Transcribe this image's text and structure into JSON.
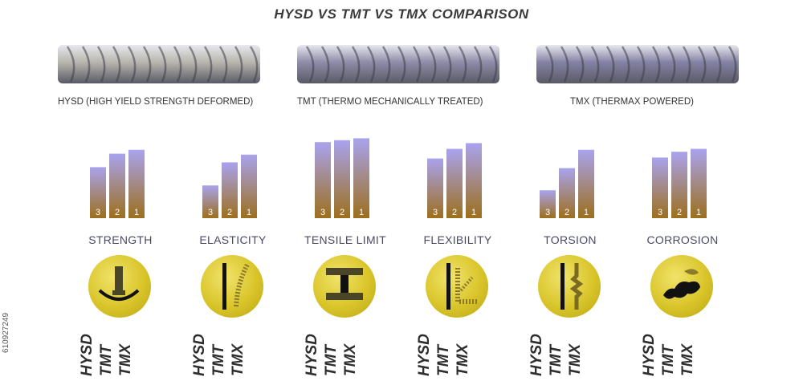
{
  "title": "HYSD VS TMT VS TMX COMPARISON",
  "stock_id": "610927249",
  "rebars": [
    {
      "label": "HYSD (HIGH YIELD STRENGTH DEFORMED)",
      "color": "#b7b6ae"
    },
    {
      "label": "TMT (THERMO MECHANICALLY TREATED)",
      "color": "#8e8ca8"
    },
    {
      "label": "TMX (THERMAX POWERED)",
      "color": "#8482a4"
    }
  ],
  "circle_labels": [
    "HYSD",
    "TMT",
    "TMX"
  ],
  "colors": {
    "bar_top": "#a9a3ee",
    "bar_bottom": "#9d6f1c",
    "circle": "#d9c52a",
    "text": "#4a4a66"
  },
  "chart_data": [
    {
      "type": "bar",
      "title": "STRENGTH",
      "icon": "strength-icon",
      "categories": [
        "3",
        "2",
        "1"
      ],
      "values": [
        53,
        67,
        71
      ],
      "ylim": [
        0,
        100
      ]
    },
    {
      "type": "bar",
      "title": "ELASTICITY",
      "icon": "elasticity-icon",
      "categories": [
        "3",
        "2",
        "1"
      ],
      "values": [
        34,
        58,
        66
      ],
      "ylim": [
        0,
        100
      ]
    },
    {
      "type": "bar",
      "title": "TENSILE LIMIT",
      "icon": "tensile-limit-icon",
      "categories": [
        "3",
        "2",
        "1"
      ],
      "values": [
        79,
        81,
        83
      ],
      "ylim": [
        0,
        100
      ]
    },
    {
      "type": "bar",
      "title": "FLEXIBILITY",
      "icon": "flexibility-icon",
      "categories": [
        "3",
        "2",
        "1"
      ],
      "values": [
        62,
        72,
        78
      ],
      "ylim": [
        0,
        100
      ]
    },
    {
      "type": "bar",
      "title": "TORSION",
      "icon": "torsion-icon",
      "categories": [
        "3",
        "2",
        "1"
      ],
      "values": [
        29,
        52,
        71
      ],
      "ylim": [
        0,
        100
      ]
    },
    {
      "type": "bar",
      "title": "CORROSION",
      "icon": "corrosion-icon",
      "categories": [
        "3",
        "2",
        "1"
      ],
      "values": [
        63,
        69,
        72
      ],
      "ylim": [
        0,
        100
      ]
    }
  ]
}
